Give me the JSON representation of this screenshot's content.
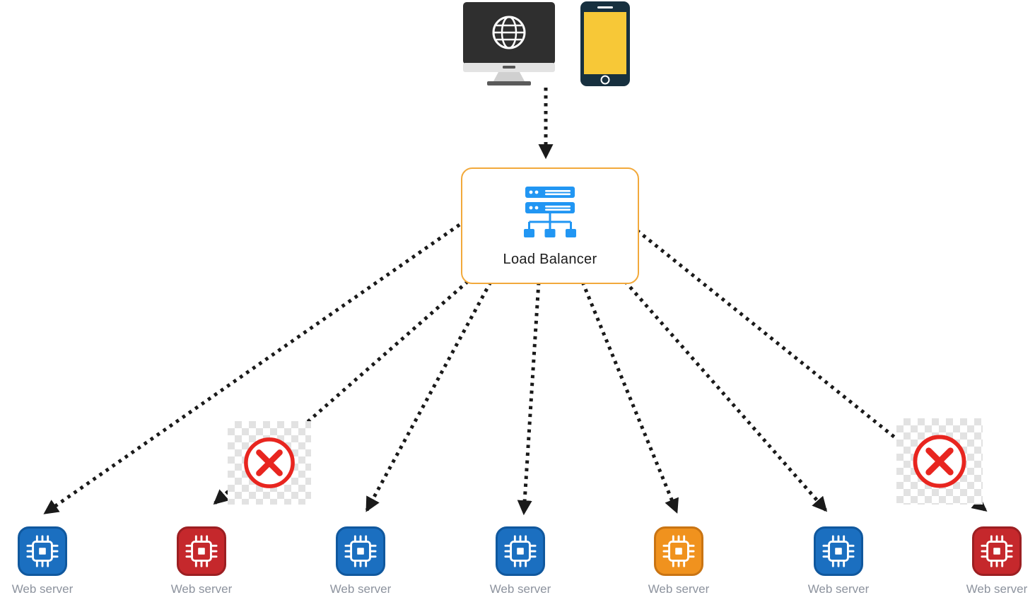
{
  "clients": {
    "desktop": {
      "icon": "desktop-globe-icon"
    },
    "phone": {
      "icon": "smartphone-icon"
    }
  },
  "load_balancer": {
    "label": "Load Balancer",
    "icon": "load-balancer-server-stack-icon",
    "border_color": "#F2A93B",
    "icon_color": "#2196F3"
  },
  "servers": [
    {
      "label": "Web server",
      "failed": false,
      "color": "#1B6FC0",
      "border": "#10589E"
    },
    {
      "label": "Web server",
      "failed": true,
      "color": "#C5282C",
      "border": "#9C1F22"
    },
    {
      "label": "Web server",
      "failed": false,
      "color": "#1B6FC0",
      "border": "#10589E"
    },
    {
      "label": "Web server",
      "failed": false,
      "color": "#1B6FC0",
      "border": "#10589E"
    },
    {
      "label": "Web server",
      "failed": false,
      "color": "#F0921E",
      "border": "#C97413"
    },
    {
      "label": "Web server",
      "failed": false,
      "color": "#1B6FC0",
      "border": "#10589E"
    },
    {
      "label": "Web server",
      "failed": true,
      "color": "#C5282C",
      "border": "#9C1F22"
    }
  ],
  "failure_marker": {
    "icon": "red-cross-circle-icon",
    "color": "#E8251F",
    "count": 2
  },
  "colors": {
    "arrow": "#1A1A1A",
    "label_text": "#8D939E",
    "background": "#FFFFFF"
  }
}
